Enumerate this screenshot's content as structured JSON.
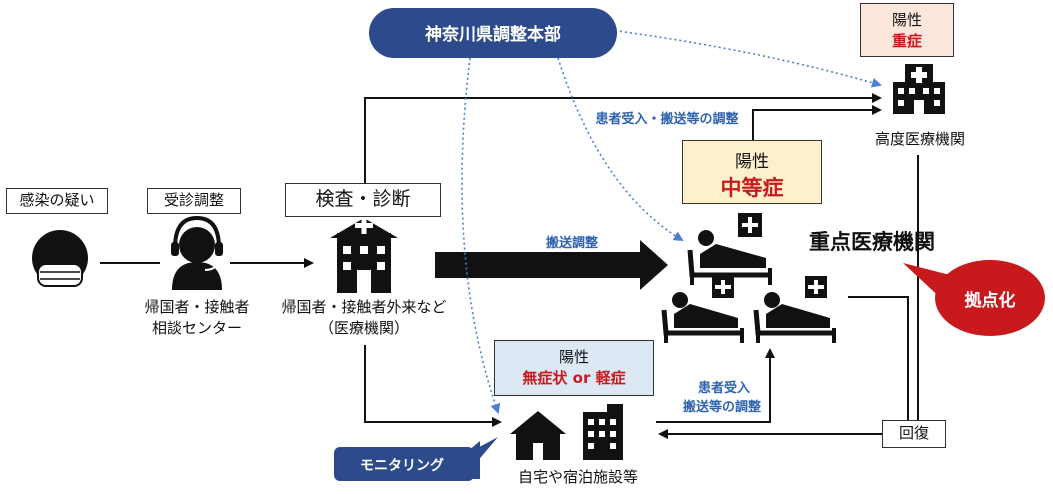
{
  "hq": "神奈川県調整本部",
  "suspected": "感染の疑い",
  "consult": "受診調整",
  "consult_center": [
    "帰国者・接触者",
    "相談センター"
  ],
  "exam": "検査・診断",
  "exam_clinic": [
    "帰国者・接触者外来など",
    "（医療機関）"
  ],
  "transport_adjust": "搬送調整",
  "patient_accept_top": "患者受入・搬送等の調整",
  "patient_accept_bottom": [
    "患者受入",
    "搬送等の調整"
  ],
  "positive": "陽性",
  "severe": "重症",
  "moderate": "中等症",
  "mild": "無症状 or 軽症",
  "advanced_hospital": "高度医療機関",
  "priority_hospital": "重点医療機関",
  "hub": "拠点化",
  "home": "自宅や宿泊施設等",
  "recovery": "回復",
  "monitoring": "モニタリング",
  "colors": {
    "navy": "#2c4a8c",
    "red": "#c8191c",
    "blue": "#2f63b0",
    "positive_red_bg": "#fde6dc",
    "positive_yellow_bg": "#fdf1cc",
    "positive_blue_bg": "#dde8f5"
  }
}
